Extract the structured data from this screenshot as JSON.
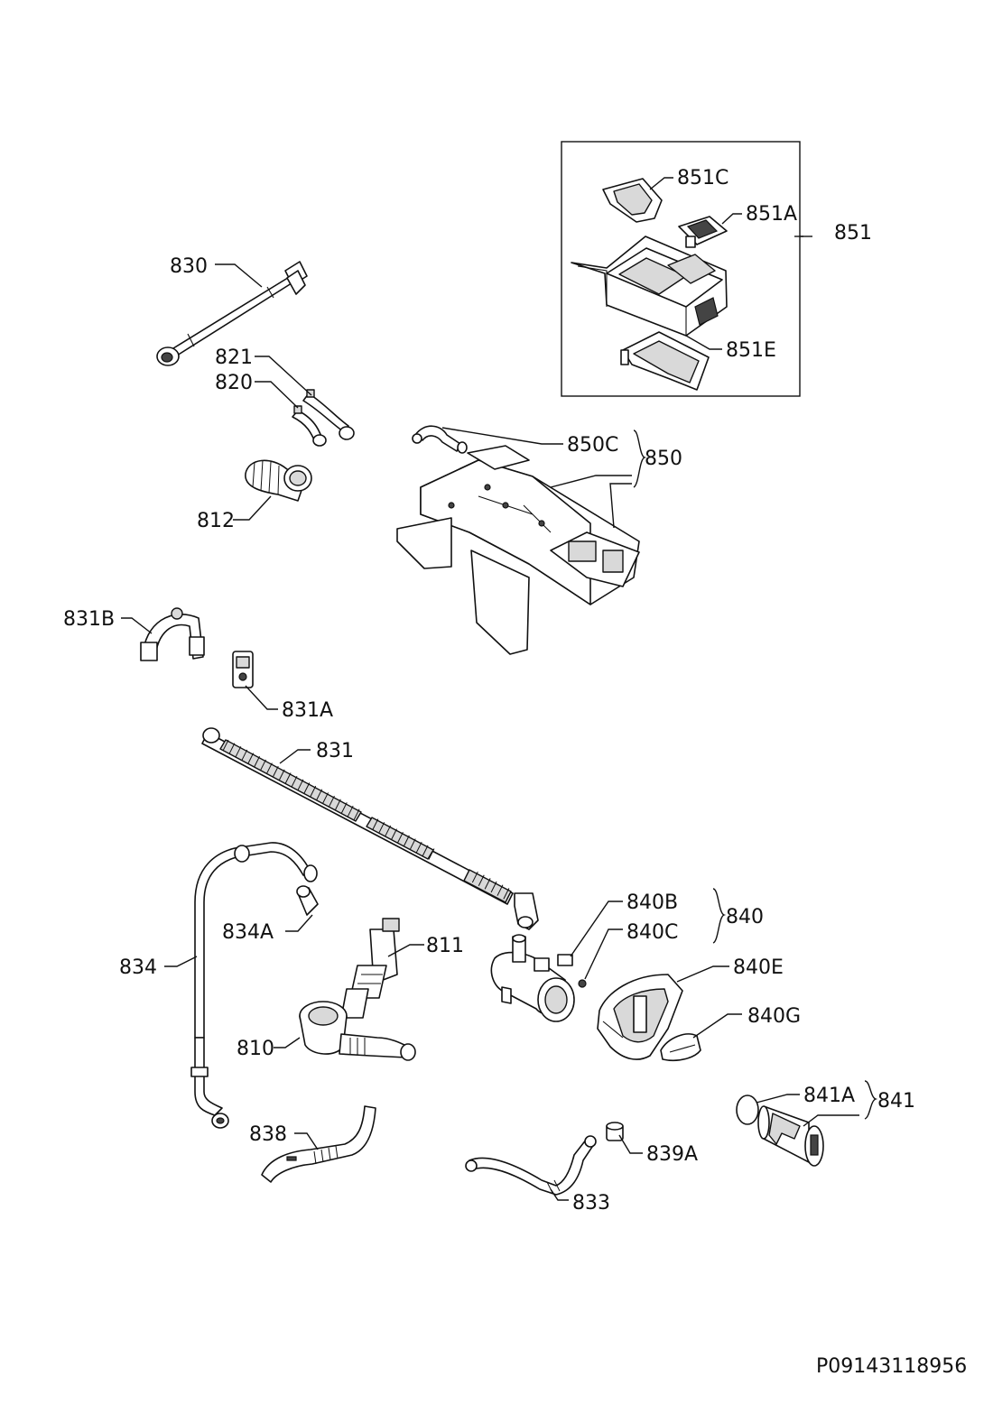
{
  "drawing_code": "P09143118956",
  "labels": {
    "p830": "830",
    "p821": "821",
    "p820": "820",
    "p812": "812",
    "p851": "851",
    "p851C": "851C",
    "p851A": "851A",
    "p851E": "851E",
    "p850": "850",
    "p850C": "850C",
    "p831B": "831B",
    "p831A": "831A",
    "p831": "831",
    "p834": "834",
    "p834A": "834A",
    "p811": "811",
    "p810": "810",
    "p840": "840",
    "p840B": "840B",
    "p840C": "840C",
    "p840E": "840E",
    "p840G": "840G",
    "p841": "841",
    "p841A": "841A",
    "p838": "838",
    "p839A": "839A",
    "p833": "833"
  }
}
